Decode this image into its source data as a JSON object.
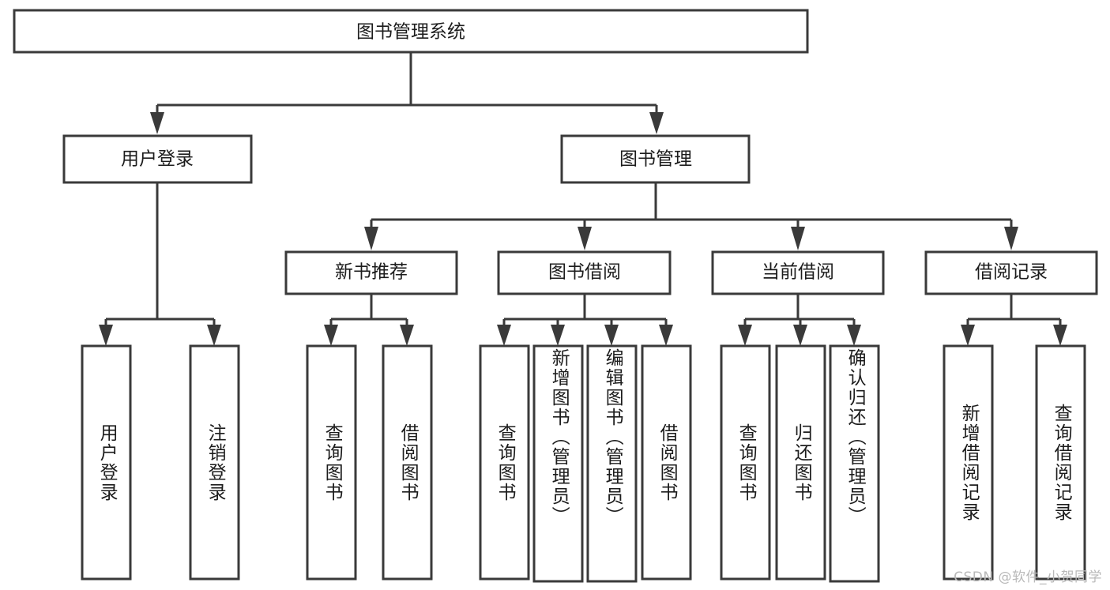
{
  "diagram": {
    "title": "图书管理系统",
    "type": "tree",
    "root": {
      "label": "图书管理系统",
      "level": 1
    },
    "level2": [
      {
        "label": "用户登录"
      },
      {
        "label": "图书管理"
      }
    ],
    "level3": [
      {
        "label": "新书推荐"
      },
      {
        "label": "图书借阅"
      },
      {
        "label": "当前借阅"
      },
      {
        "label": "借阅记录"
      }
    ],
    "leaves": {
      "user_login": [
        {
          "label": "用户登录"
        },
        {
          "label": "注销登录"
        }
      ],
      "new_book_recommend": [
        {
          "label": "查询图书"
        },
        {
          "label": "借阅图书"
        }
      ],
      "book_borrow": [
        {
          "label": "查询图书"
        },
        {
          "label": "新增图书（管理员）"
        },
        {
          "label": "编辑图书（管理员）"
        },
        {
          "label": "借阅图书"
        }
      ],
      "current_borrow": [
        {
          "label": "查询图书"
        },
        {
          "label": "归还图书"
        },
        {
          "label": "确认归还（管理员）"
        }
      ],
      "borrow_record": [
        {
          "label": "新增借阅记录"
        },
        {
          "label": "查询借阅记录"
        }
      ]
    }
  },
  "watermark": {
    "text": "CSDN @软件_小贺同学"
  },
  "colors": {
    "stroke": "#3a3a3a",
    "box_fill": "#ffffff",
    "text": "#1c1c1c",
    "watermark": "#b9b9b9",
    "background": "#ffffff"
  }
}
